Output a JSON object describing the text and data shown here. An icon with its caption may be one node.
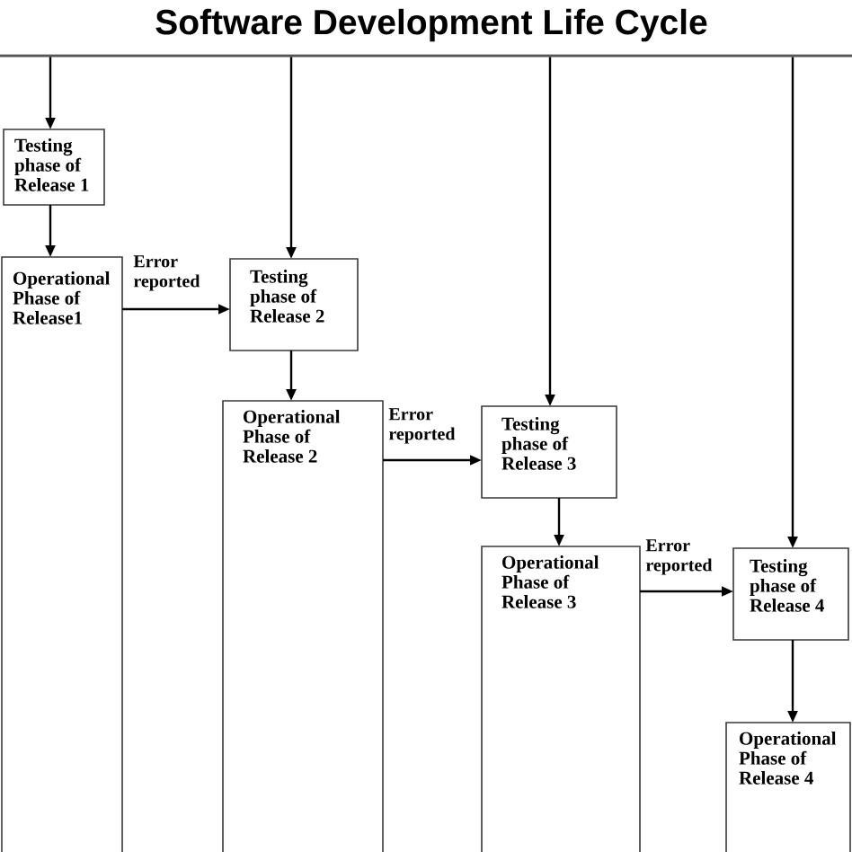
{
  "diagram": {
    "title": "Software Development Life Cycle",
    "nodes": [
      {
        "text": [],
        "shape": "bar"
      },
      {
        "text": [
          "Testing phase of Release 1"
        ]
      },
      {
        "text": [
          "Operational Phase of Release1"
        ]
      },
      {
        "text": [
          "Testing phase of Release 2"
        ]
      },
      {
        "text": [
          "Operational Phase of Release 2"
        ]
      },
      {
        "text": [
          "Testing phase of Release 3"
        ]
      },
      {
        "text": [
          "Operational Phase of Release 3"
        ]
      },
      {
        "text": [
          "Testing phase of Release 4"
        ]
      },
      {
        "text": [
          "Operational Phase of Release 4"
        ]
      }
    ],
    "edges": [
      {
        "from": 0,
        "to": 1,
        "arrow": "to"
      },
      {
        "from": 1,
        "to": 2,
        "arrow": "to"
      },
      {
        "from": 0,
        "to": 3,
        "arrow": "to"
      },
      {
        "from": 2,
        "to": 3,
        "arrow": "to",
        "label": "Error reported"
      },
      {
        "from": 3,
        "to": 4,
        "arrow": "to"
      },
      {
        "from": 0,
        "to": 5,
        "arrow": "to"
      },
      {
        "from": 4,
        "to": 5,
        "arrow": "to",
        "label": "Error reported"
      },
      {
        "from": 5,
        "to": 6,
        "arrow": "to"
      },
      {
        "from": 0,
        "to": 7,
        "arrow": "to"
      },
      {
        "from": 6,
        "to": 7,
        "arrow": "to",
        "label": "Error reported"
      },
      {
        "from": 7,
        "to": 8,
        "arrow": "to"
      }
    ]
  }
}
